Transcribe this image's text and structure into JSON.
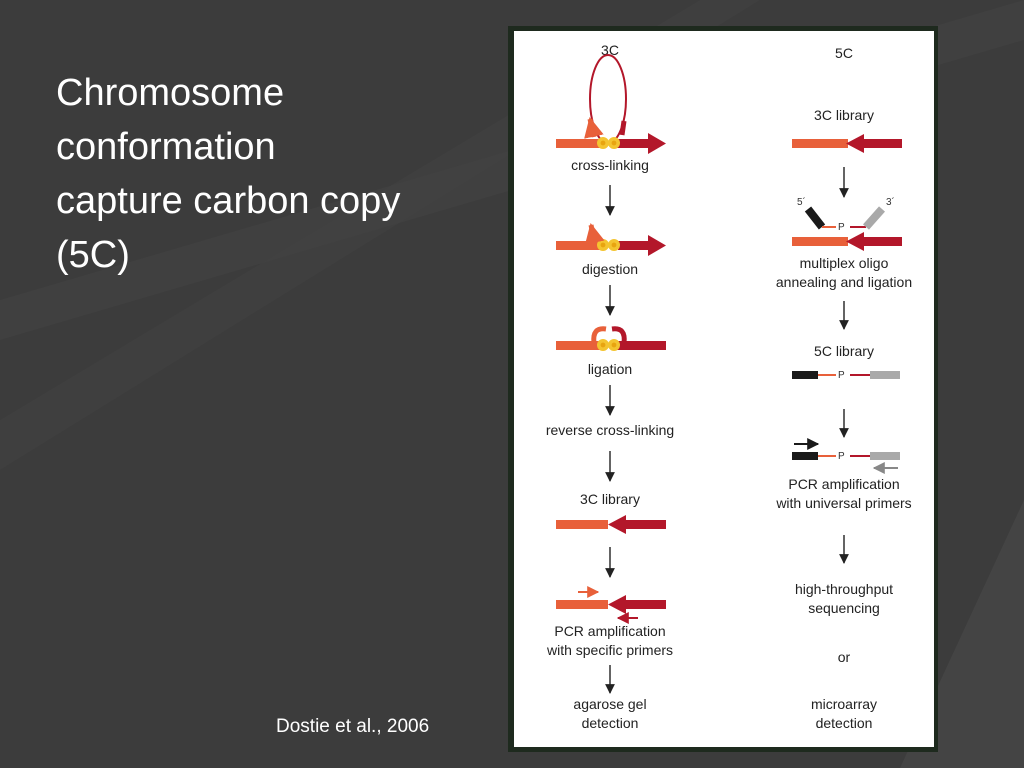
{
  "slide": {
    "title_lines": [
      "Chromosome",
      "conformation",
      "capture carbon copy",
      "(5C)"
    ],
    "citation": "Dostie et al., 2006"
  },
  "figure": {
    "left_column": {
      "header": "3C",
      "labels": {
        "cross_linking": "cross-linking",
        "digestion": "digestion",
        "ligation": "ligation",
        "reverse_cross_linking": "reverse cross-linking",
        "library": "3C library",
        "pcr_line1": "PCR amplification",
        "pcr_line2": "with specific primers",
        "detect_line1": "agarose gel",
        "detect_line2": "detection"
      }
    },
    "right_column": {
      "header": "5C",
      "labels": {
        "library_3c": "3C library",
        "five_prime": "5´",
        "three_prime": "3´",
        "phosphate": "P",
        "oligo_line1": "multiplex oligo",
        "oligo_line2": "annealing and ligation",
        "library_5c": "5C library",
        "pcr_line1": "PCR amplification",
        "pcr_line2": "with universal primers",
        "seq_line1": "high-throughput",
        "seq_line2": "sequencing",
        "or": "or",
        "detect_line1": "microarray",
        "detect_line2": "detection"
      }
    },
    "colors": {
      "orange": "#e8603a",
      "dark_red": "#b3172a",
      "crosslink_yellow": "#f4c430",
      "oligo_black": "#1a1a1a",
      "oligo_gray": "#a9a9a9",
      "arrow": "#222222"
    }
  }
}
